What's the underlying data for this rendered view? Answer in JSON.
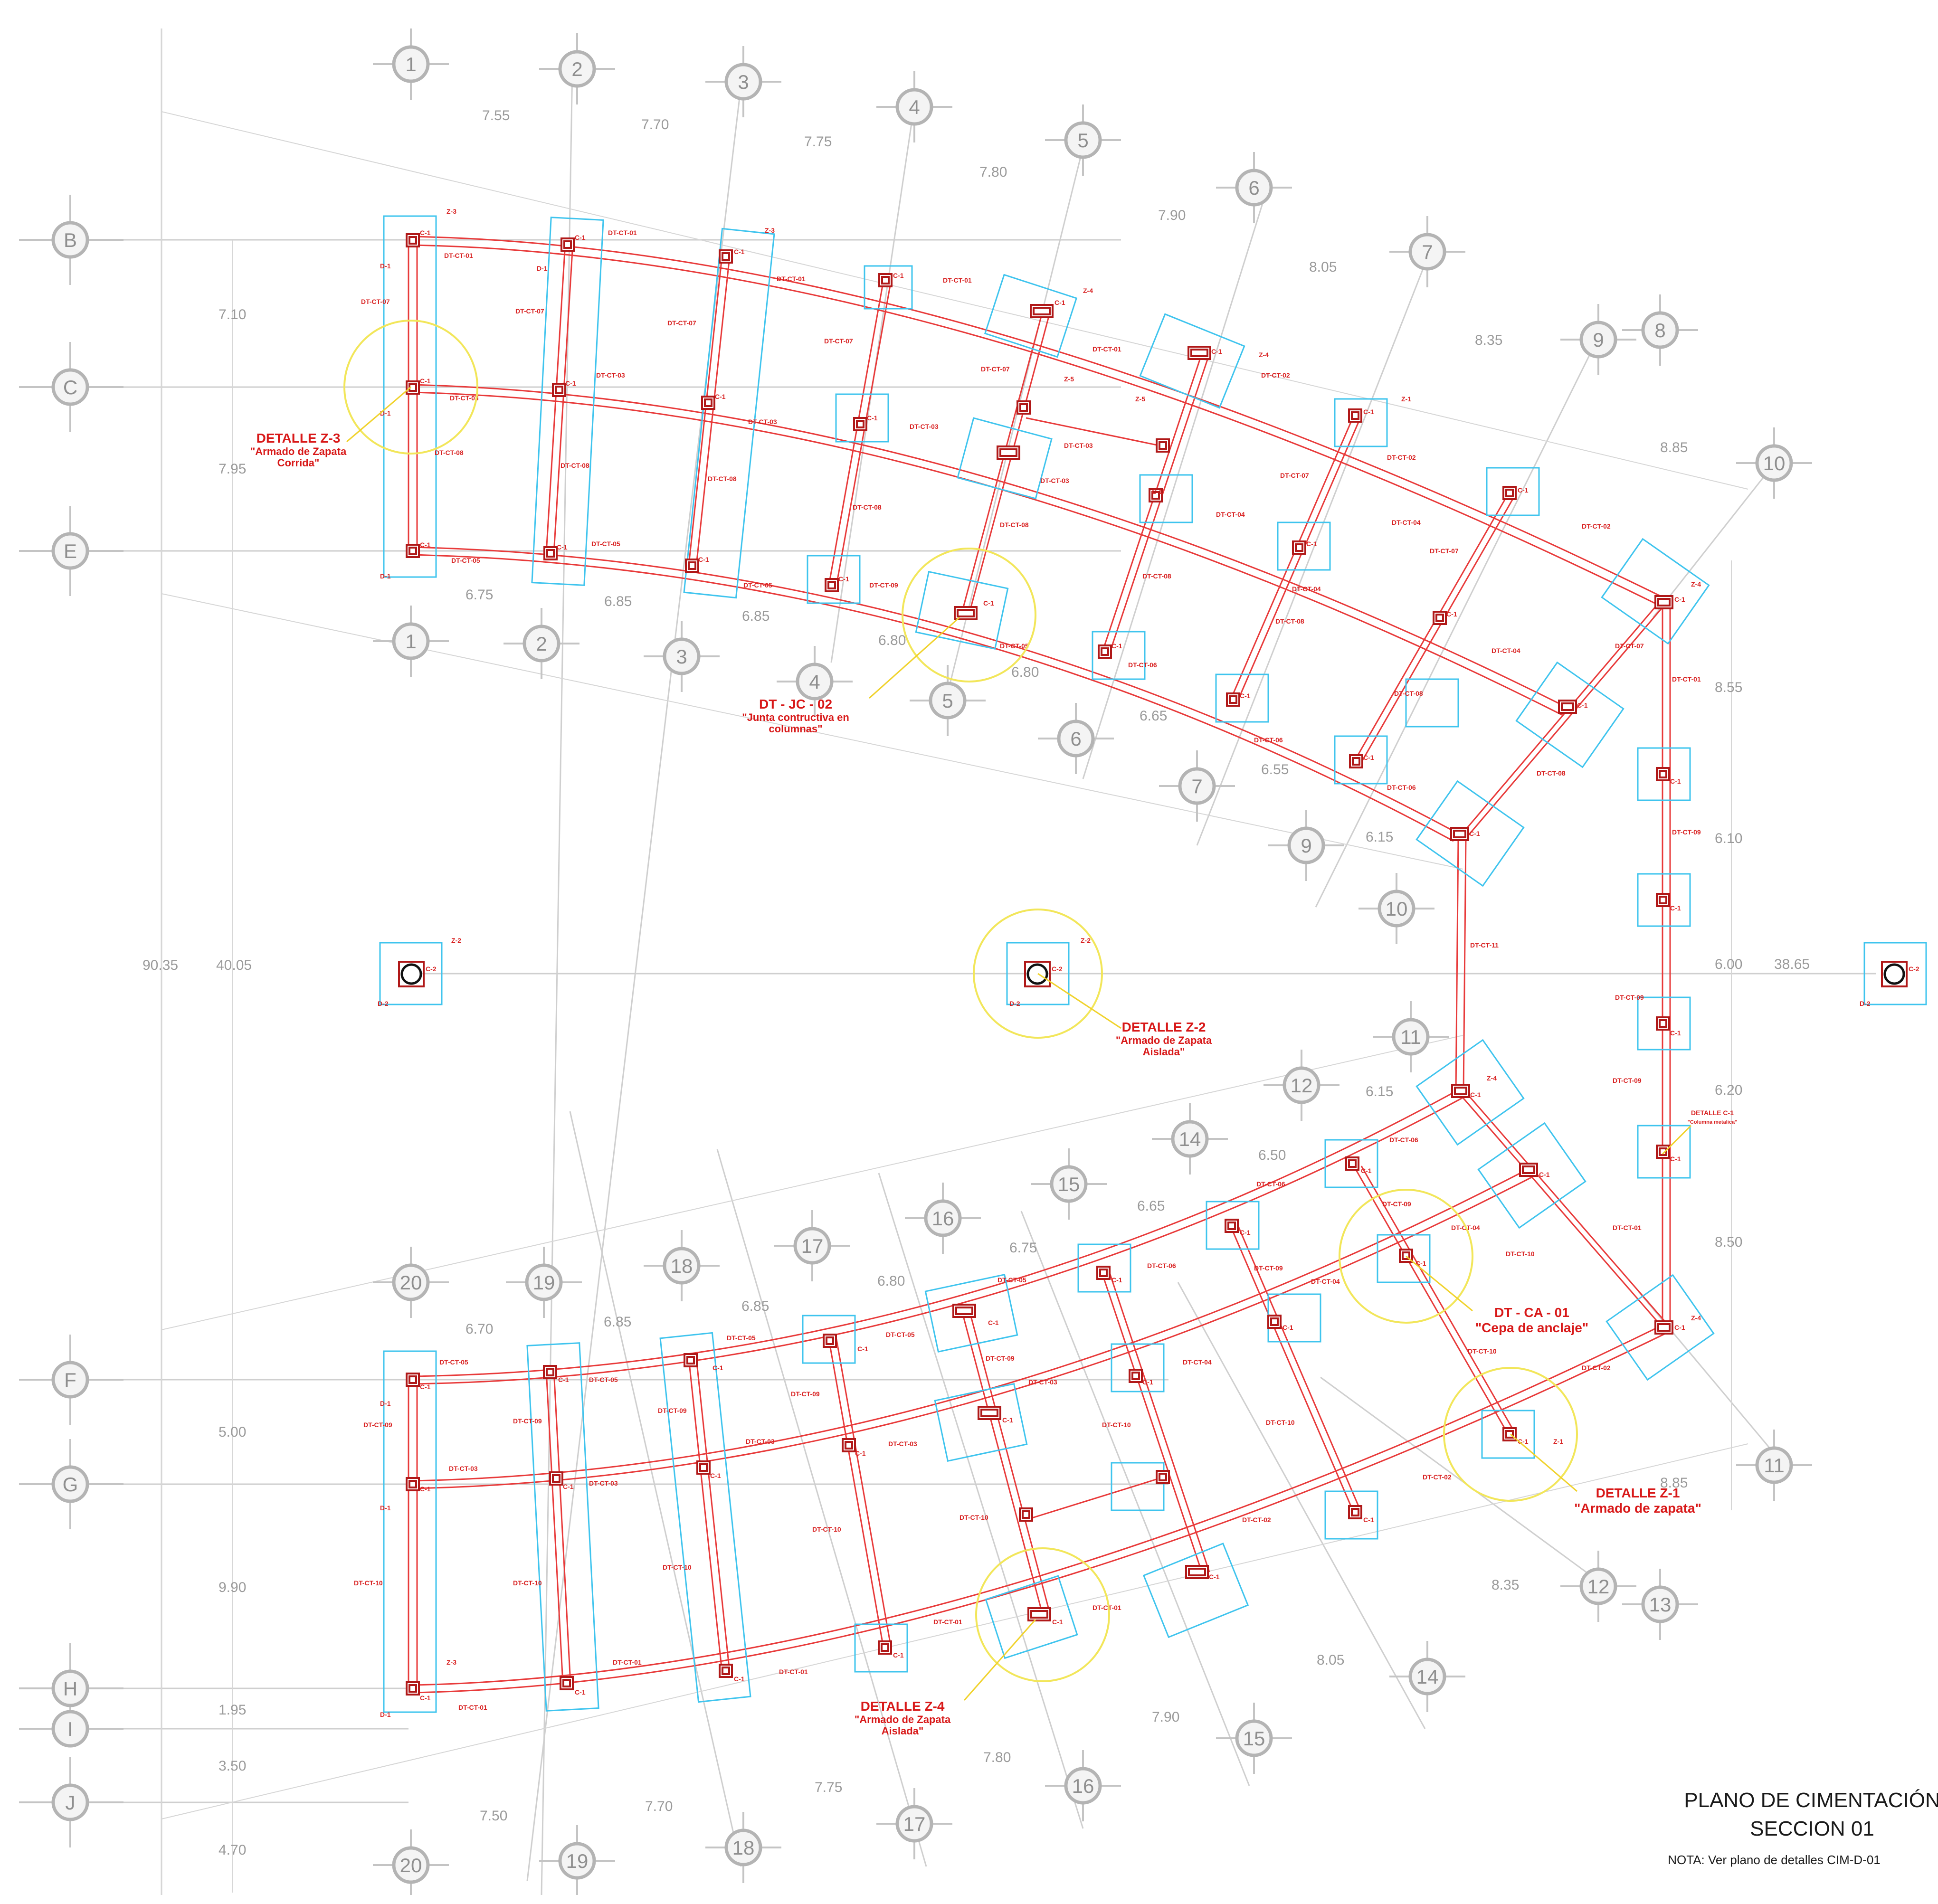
{
  "plan": {
    "title_line1": "PLANO DE CIMENTACIÓN",
    "title_line2": "SECCION 01",
    "note": "NOTA: Ver plano de detalles CIM-D-01"
  },
  "axes": {
    "top_numbers": [
      "1",
      "2",
      "3",
      "4",
      "5",
      "6",
      "7",
      "8",
      "9",
      "10"
    ],
    "bottom_numbers": [
      "11",
      "12",
      "13",
      "14",
      "15",
      "16",
      "17",
      "18",
      "19",
      "20"
    ],
    "letters": [
      "B",
      "C",
      "E",
      "F",
      "G",
      "H",
      "I",
      "J"
    ],
    "repeat_numbers": [
      "1",
      "2",
      "3",
      "4",
      "5",
      "6",
      "7",
      "9",
      "10",
      "11",
      "12",
      "14",
      "15",
      "16",
      "17",
      "18",
      "19",
      "20",
      "20",
      "19",
      "18",
      "17",
      "16",
      "15",
      "14",
      "12",
      "13",
      "11"
    ]
  },
  "dimensions": {
    "top_spacings": [
      "7.55",
      "7.70",
      "7.75",
      "7.80",
      "7.90",
      "8.05",
      "8.35",
      "8.85"
    ],
    "upper_row_spacings": [
      "6.75",
      "6.85",
      "6.85",
      "6.80",
      "6.80",
      "6.65",
      "6.55",
      "6.15"
    ],
    "lower_row_spacings": [
      "6.15",
      "6.50",
      "6.65",
      "6.75",
      "6.80",
      "6.85",
      "6.85",
      "6.70"
    ],
    "bottom_spacings": [
      "7.50",
      "7.70",
      "7.75",
      "7.80",
      "7.90",
      "8.05",
      "8.35",
      "8.85"
    ],
    "left_vertical": [
      "7.10",
      "7.95",
      "40.05",
      "5.00",
      "9.90",
      "1.95",
      "3.50",
      "4.70"
    ],
    "overall_left": "90.35",
    "right_vertical": [
      "8.55",
      "6.10",
      "6.00",
      "6.20",
      "8.50"
    ],
    "overall_right": "38.65"
  },
  "callouts": {
    "z3_title": "DETALLE Z-3",
    "z3_sub1": "\"Armado de Zapata",
    "z3_sub2": "Corrida\"",
    "jc_title": "DT - JC - 02",
    "jc_sub1": "\"Junta contructiva en",
    "jc_sub2": "columnas\"",
    "z2_title": "DETALLE Z-2",
    "z2_sub1": "\"Armado de Zapata",
    "z2_sub2": "Aislada\"",
    "ca_title": "DT - CA - 01",
    "ca_sub": "\"Cepa de anclaje\"",
    "z1_title": "DETALLE Z-1",
    "z1_sub": "\"Armado de zapata\"",
    "z4_title": "DETALLE Z-4",
    "z4_sub1": "\"Armado de Zapata",
    "z4_sub2": "Aislada\"",
    "c1_title": "DETALLE C-1",
    "c1_sub": "\"Columna metalica\""
  },
  "tags": {
    "column": "C-1",
    "column_round": "C-2",
    "die": "D-1",
    "die_round": "D-2",
    "zapatas": [
      "Z-1",
      "Z-2",
      "Z-3",
      "Z-4",
      "Z-5"
    ],
    "details": [
      "DT-CT-01",
      "DT-CT-02",
      "DT-CT-03",
      "DT-CT-04",
      "DT-CT-05",
      "DT-CT-06",
      "DT-CT-07",
      "DT-CT-08",
      "DT-CT-09",
      "DT-CT-10",
      "DT-CT-11"
    ]
  },
  "colors": {
    "beam": "#e83a3a",
    "footing": "#3fc4ee",
    "column": "#b01818",
    "callout": "#d81818",
    "leader": "#f0d22c",
    "grid": "#cfcfcf"
  }
}
